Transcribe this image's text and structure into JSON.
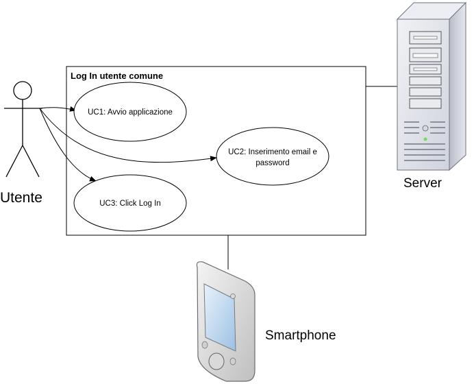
{
  "system": {
    "title": "Log In utente comune"
  },
  "actor": {
    "name": "Utente"
  },
  "use_cases": [
    {
      "id": "uc1",
      "lines": [
        "UC1: Avvio applicazione"
      ]
    },
    {
      "id": "uc2",
      "lines": [
        "UC2: Inserimento email e",
        "password"
      ]
    },
    {
      "id": "uc3",
      "lines": [
        "UC3: Click Log In"
      ]
    }
  ],
  "nodes": {
    "server": {
      "label": "Server",
      "icon": "server-tower-icon"
    },
    "smartphone": {
      "label": "Smartphone",
      "icon": "smartphone-icon"
    }
  },
  "colors": {
    "stroke": "#000000",
    "server_body": "#dfe2ea",
    "phone_screen": "#bcd7ef",
    "led": "#7ed957"
  }
}
